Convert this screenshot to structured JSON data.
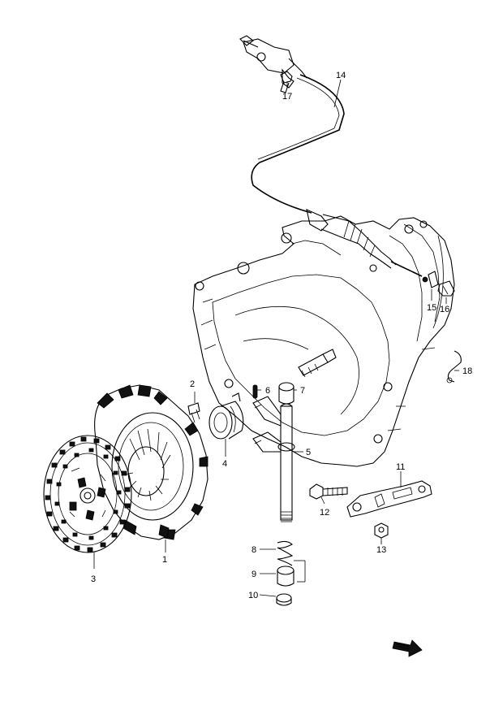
{
  "callouts": {
    "c1": "1",
    "c2": "2",
    "c3": "3",
    "c4": "4",
    "c5": "5",
    "c6": "6",
    "c7": "7",
    "c8": "8",
    "c9": "9",
    "c10": "10",
    "c11": "11",
    "c12": "12",
    "c13": "13",
    "c14": "14",
    "c15": "15",
    "c16": "16",
    "c17": "17",
    "c18": "18"
  },
  "colors": {
    "ink": "#000000",
    "paper": "#ffffff"
  },
  "icons": {
    "direction": "front-direction-arrow-icon"
  }
}
